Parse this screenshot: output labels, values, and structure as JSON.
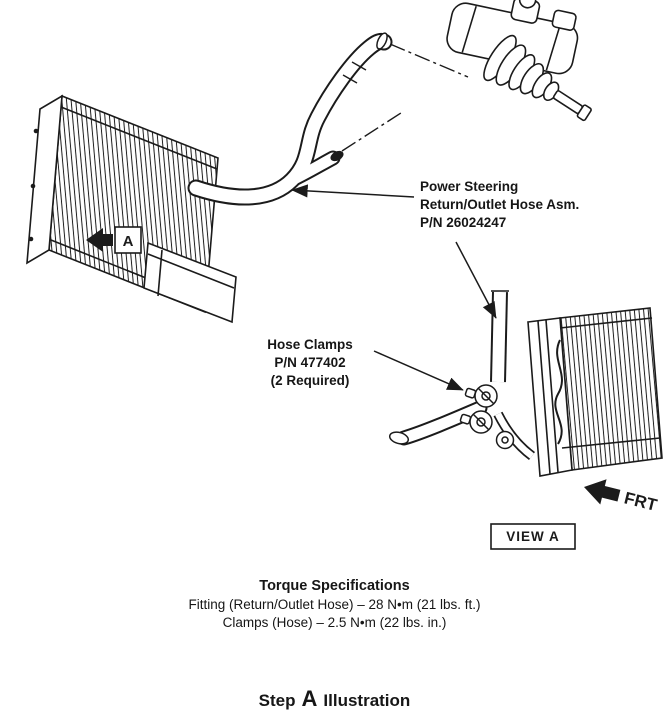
{
  "labels": {
    "power_steering": {
      "lines": [
        "Power Steering",
        "Return/Outlet Hose Asm.",
        "P/N 26024247"
      ]
    },
    "hose_clamps": {
      "lines": [
        "Hose Clamps",
        "P/N 477402",
        "(2 Required)"
      ]
    },
    "view_a_marker": "A",
    "frt": "FRT",
    "view_a_tag": "VIEW A"
  },
  "torque": {
    "title": "Torque Specifications",
    "lines": [
      "Fitting (Return/Outlet Hose) – 28 N•m (21 lbs. ft.)",
      "Clamps (Hose) – 2.5 N•m (22 lbs. in.)"
    ]
  },
  "caption": {
    "step": "Step",
    "letter": "A",
    "rest": "Illustration"
  },
  "colors": {
    "ink": "#1b1b1b",
    "paper": "#ffffff"
  }
}
